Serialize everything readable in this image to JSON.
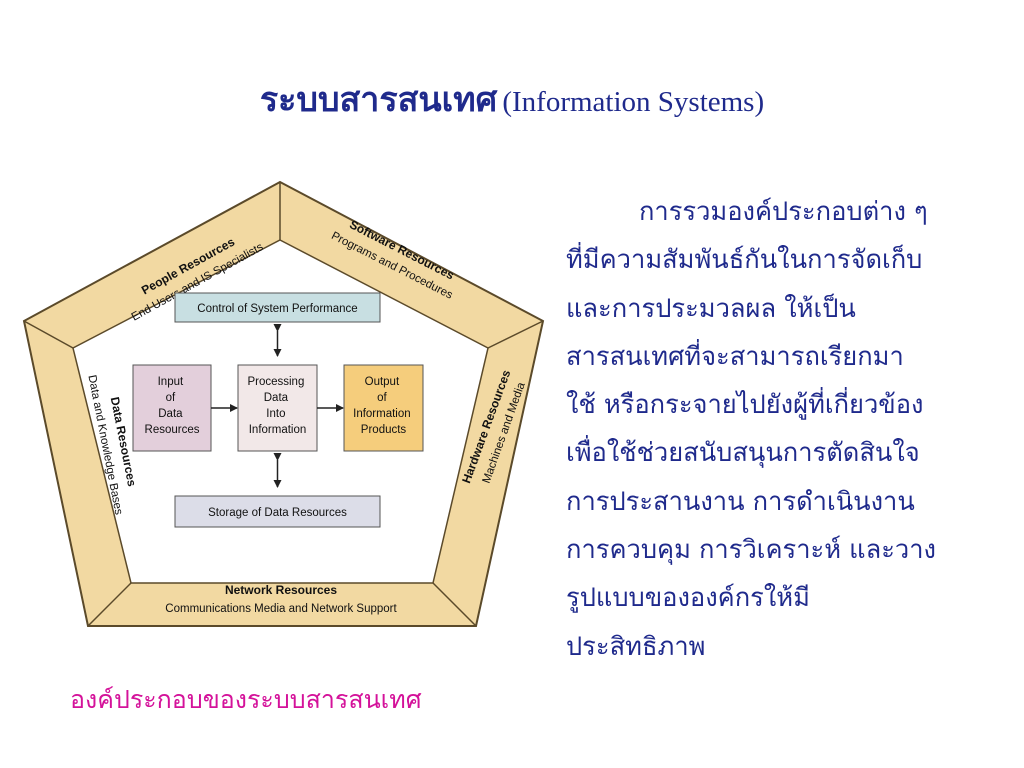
{
  "title": {
    "thai": "ระบบสารสนเทศ",
    "english": "(Information Systems)"
  },
  "diagram": {
    "sides": [
      {
        "id": "people",
        "title": "People Resources",
        "subtitle": "End Users and IS Specialists"
      },
      {
        "id": "software",
        "title": "Software Resources",
        "subtitle": "Programs and Procedures"
      },
      {
        "id": "hardware",
        "title": "Hardware Resources",
        "subtitle": "Machines and Media"
      },
      {
        "id": "network",
        "title": "Network Resources",
        "subtitle": "Communications Media and Network Support"
      },
      {
        "id": "data",
        "title": "Data Resources",
        "subtitle": "Data and Knowledge Bases"
      }
    ],
    "boxes": {
      "control": "Control of System Performance",
      "input": [
        "Input",
        "of",
        "Data",
        "Resources"
      ],
      "processing": [
        "Processing",
        "Data",
        "Into",
        "Information"
      ],
      "output": [
        "Output",
        "of",
        "Information",
        "Products"
      ],
      "storage": "Storage of Data Resources"
    },
    "colors": {
      "frame_fill": "#f2d9a2",
      "frame_stroke": "#5b4a2a",
      "control_fill": "#c8dfe2",
      "input_fill": "#e3cfdb",
      "processing_fill": "#f2e8e8",
      "output_fill": "#f5cd7c",
      "storage_fill": "#dcdde8"
    }
  },
  "description": [
    "         การรวมองค์ประกอบต่าง ๆ",
    "ที่มีความสัมพันธ์กันในการจัดเก็บ",
    "และการประมวลผล ให้เป็น",
    "สารสนเทศที่จะสามารถเรียกมา",
    "ใช้ หรือกระจายไปยังผู้ที่เกี่ยวข้อง",
    "เพื่อใช้ช่วยสนับสนุนการตัดสินใจ",
    "การประสานงาน การดำเนินงาน",
    "การควบคุม การวิเคราะห์ และวาง",
    "รูปแบบขององค์กรให้มี",
    "ประสิทธิภาพ"
  ],
  "caption": "องค์ประกอบของระบบสารสนเทศ"
}
